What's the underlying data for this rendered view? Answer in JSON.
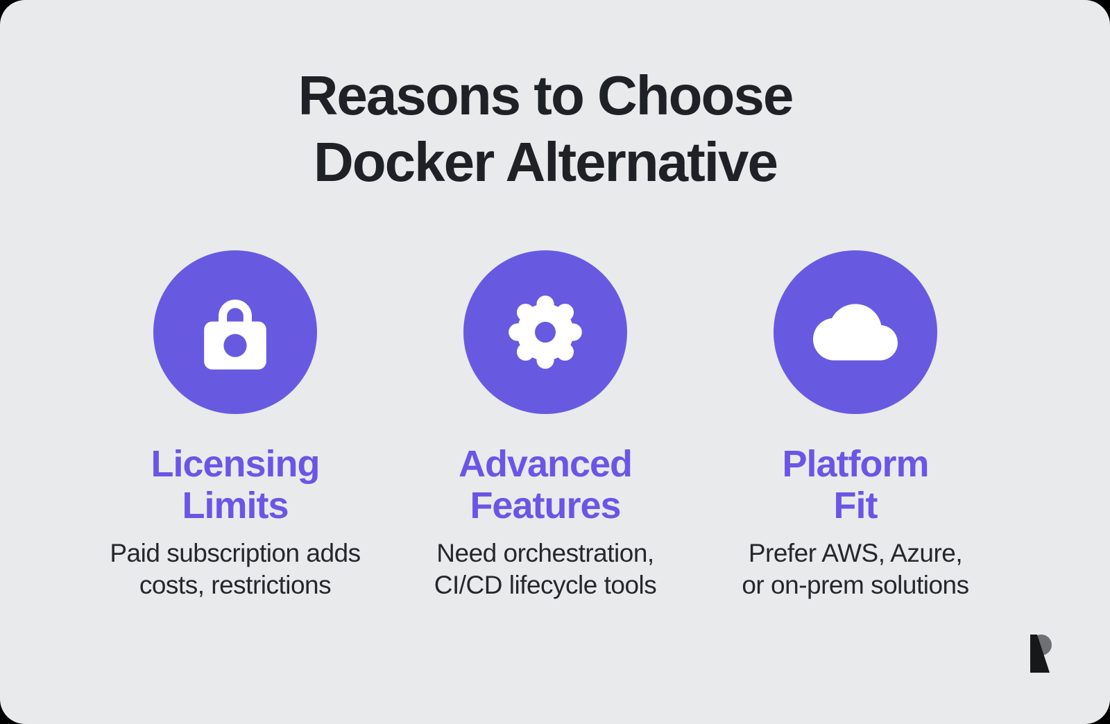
{
  "colors": {
    "brand_purple": "#675AE1",
    "heading_purple": "#6B55E6",
    "title_color": "#1E2125",
    "body_text": "#24272B",
    "card_background": "#E9EAEC",
    "outside_background": "#000000",
    "icon_glyph": "#FFFFFF",
    "logo_dark": "#17181A",
    "logo_gray": "#6F7073"
  },
  "title": {
    "line1": "Reasons to Choose",
    "line2": "Docker Alternative"
  },
  "columns": [
    {
      "icon": "lock-icon",
      "heading_line1": "Licensing",
      "heading_line2": "Limits",
      "desc_line1": "Paid subscription adds",
      "desc_line2": "costs, restrictions"
    },
    {
      "icon": "gear-icon",
      "heading_line1": "Advanced",
      "heading_line2": "Features",
      "desc_line1": "Need orchestration,",
      "desc_line2": "CI/CD lifecycle tools"
    },
    {
      "icon": "cloud-icon",
      "heading_line1": "Platform",
      "heading_line2": "Fit",
      "desc_line1": "Prefer AWS, Azure,",
      "desc_line2": "or on-prem solutions"
    }
  ],
  "logo": {
    "name": "brand-logo-r"
  }
}
